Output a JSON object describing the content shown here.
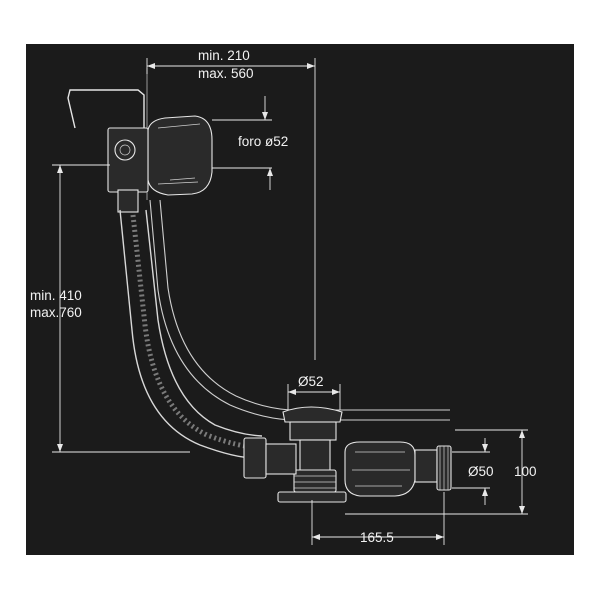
{
  "labels": {
    "top_min": "min. 210",
    "top_max": "max. 560",
    "hole": "foro ø52",
    "left_min": "min. 410",
    "left_max": "max.760",
    "drain_dia": "Ø52",
    "pipe_dia": "Ø50",
    "height": "100",
    "offset": "165.5"
  },
  "colors": {
    "background": "#1b1b1b",
    "lines": "#e8e8e8"
  }
}
